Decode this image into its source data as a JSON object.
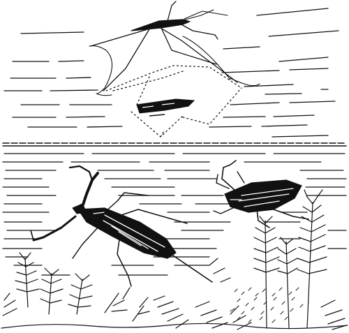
{
  "illustration": {
    "style": "black ink engraving on white",
    "ink_color": "#111111",
    "paper_color": "#ffffff",
    "subjects": [
      "water-strider-on-surface",
      "surface-reflection",
      "water-scorpion-underwater",
      "backswimmer-underwater",
      "aquatic-plants"
    ]
  }
}
